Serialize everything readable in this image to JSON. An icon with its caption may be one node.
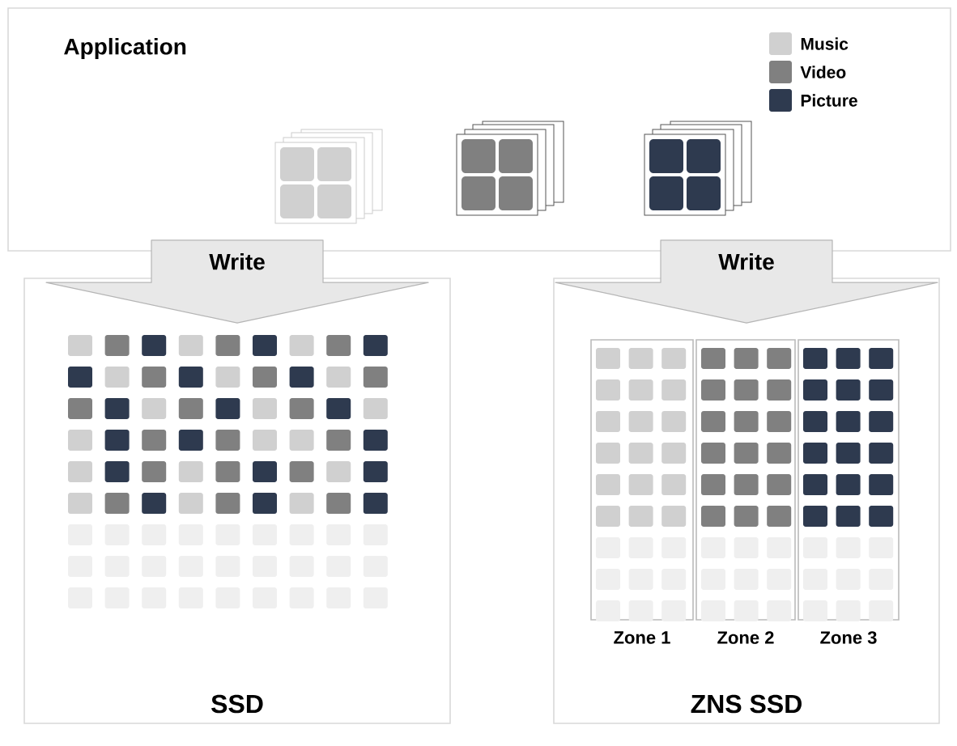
{
  "diagram": {
    "nodes": [
      {
        "text": [
          "Application"
        ]
      },
      {
        "text": [
          "SSD"
        ]
      },
      {
        "text": [
          "ZNS SSD"
        ]
      },
      {
        "text": [
          "Zone 1"
        ],
        "in": 2
      },
      {
        "text": [
          "Zone 2"
        ],
        "in": 2
      },
      {
        "text": [
          "Zone 3"
        ],
        "in": 2
      }
    ],
    "edges": [
      {
        "from": 0,
        "to": 1,
        "arrow": "to",
        "label": "Write"
      },
      {
        "from": 0,
        "to": 2,
        "arrow": "to",
        "label": "Write"
      }
    ],
    "legend": [
      {
        "text": "Music",
        "color": "#d0d0d0"
      },
      {
        "text": "Video",
        "color": "#808080"
      },
      {
        "text": "Picture",
        "color": "#2e3a4f"
      }
    ]
  }
}
